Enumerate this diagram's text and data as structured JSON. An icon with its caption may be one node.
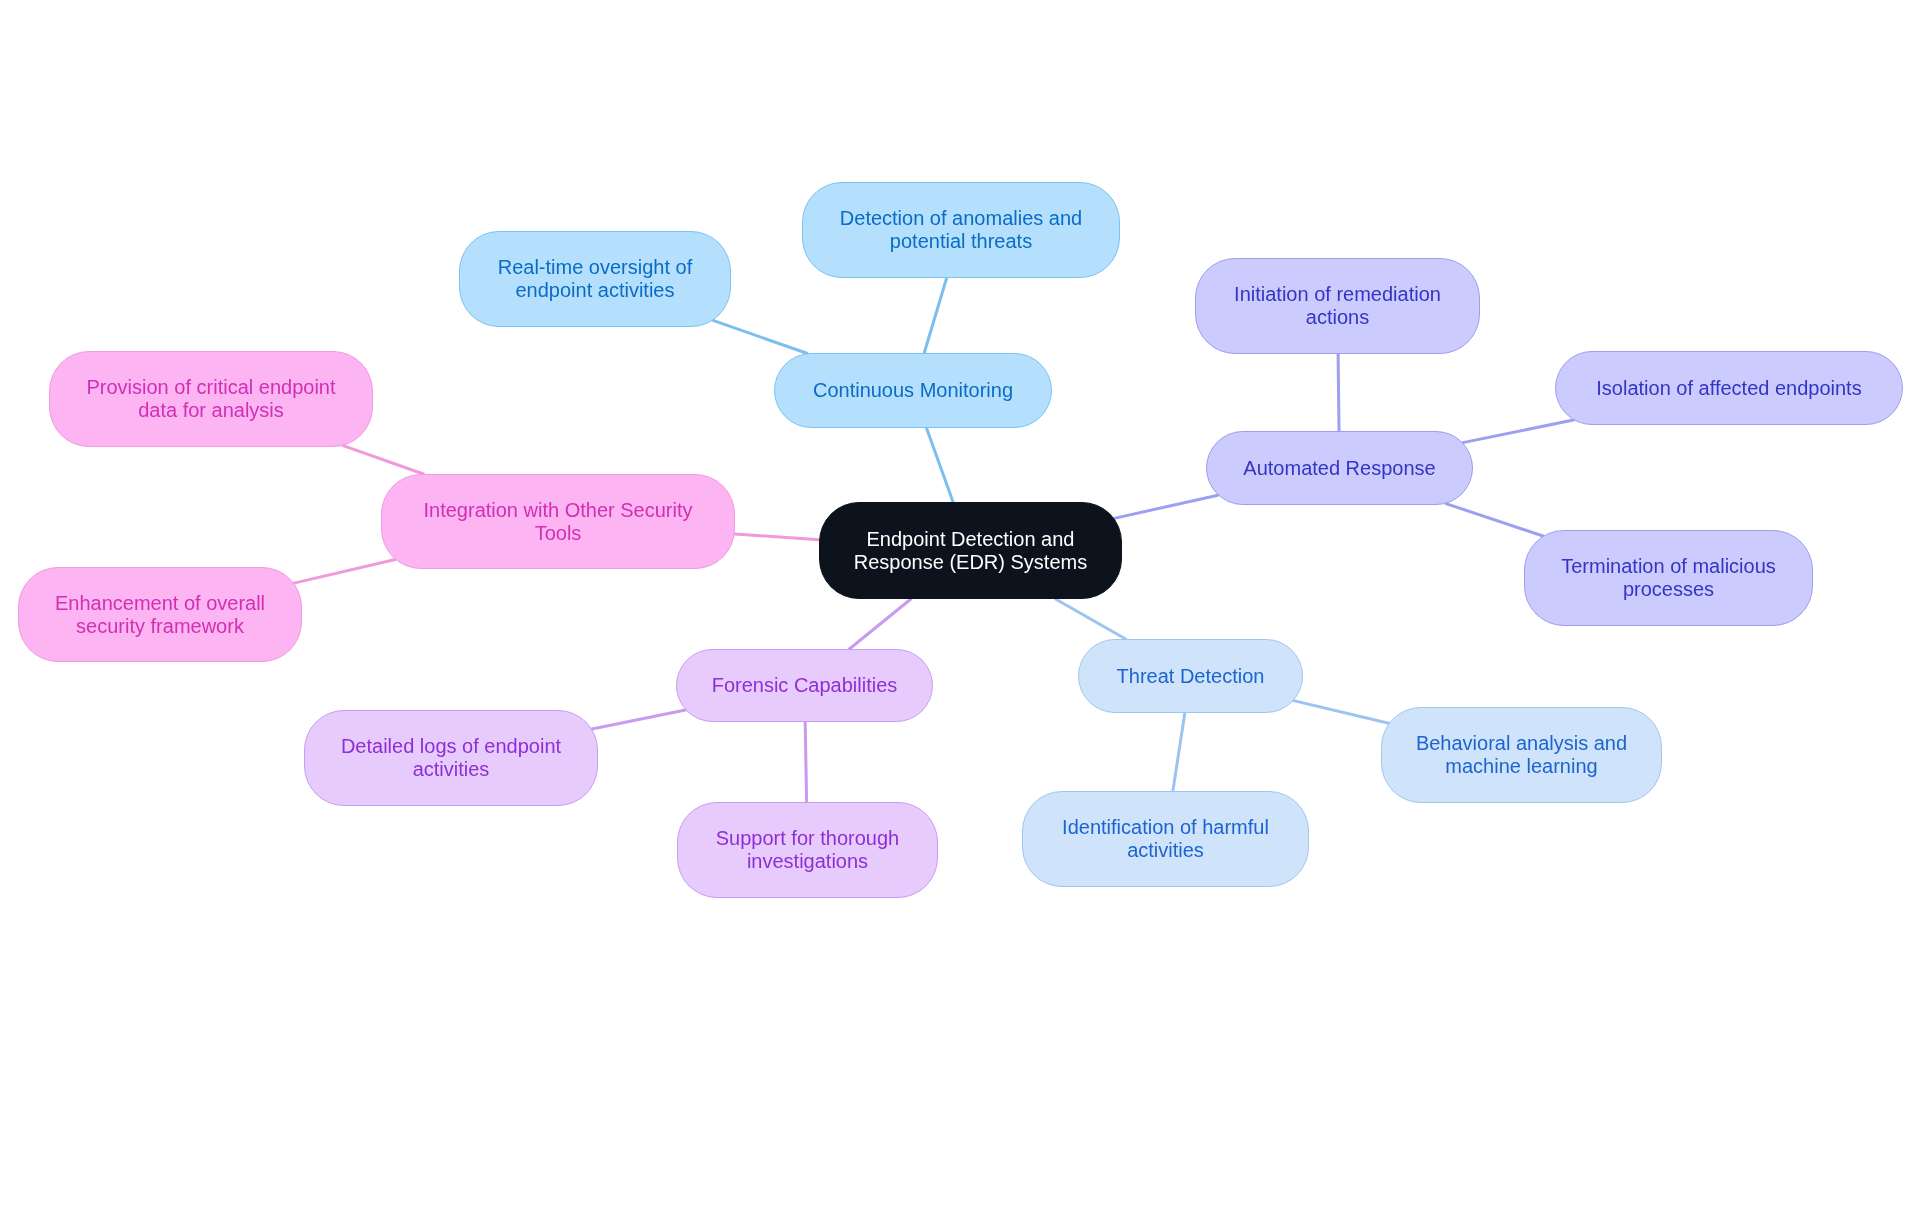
{
  "diagram": {
    "nodes": [
      {
        "text": [
          "Endpoint Detection and Response (EDR) Systems"
        ]
      },
      {
        "text": [
          "Continuous Monitoring"
        ]
      },
      {
        "text": [
          "Real-time oversight of endpoint activities"
        ]
      },
      {
        "text": [
          "Detection of anomalies and potential threats"
        ]
      },
      {
        "text": [
          "Automated Response"
        ]
      },
      {
        "text": [
          "Initiation of remediation actions"
        ]
      },
      {
        "text": [
          "Isolation of affected endpoints"
        ]
      },
      {
        "text": [
          "Termination of malicious processes"
        ]
      },
      {
        "text": [
          "Threat Detection"
        ]
      },
      {
        "text": [
          "Behavioral analysis and machine learning"
        ]
      },
      {
        "text": [
          "Identification of harmful activities"
        ]
      },
      {
        "text": [
          "Forensic Capabilities"
        ]
      },
      {
        "text": [
          "Detailed logs of endpoint activities"
        ]
      },
      {
        "text": [
          "Support for thorough investigations"
        ]
      },
      {
        "text": [
          "Integration with Other Security Tools"
        ]
      },
      {
        "text": [
          "Provision of critical endpoint data for analysis"
        ]
      },
      {
        "text": [
          "Enhancement of overall security framework"
        ]
      }
    ],
    "edges": [
      {
        "from": 0,
        "to": 1,
        "arrow": "none",
        "color": "#7bbfee"
      },
      {
        "from": 1,
        "to": 2,
        "arrow": "none",
        "color": "#7bbfee"
      },
      {
        "from": 1,
        "to": 3,
        "arrow": "none",
        "color": "#7bbfee"
      },
      {
        "from": 0,
        "to": 4,
        "arrow": "none",
        "color": "#9d9ff0"
      },
      {
        "from": 4,
        "to": 5,
        "arrow": "none",
        "color": "#9d9ff0"
      },
      {
        "from": 4,
        "to": 6,
        "arrow": "none",
        "color": "#9d9ff0"
      },
      {
        "from": 4,
        "to": 7,
        "arrow": "none",
        "color": "#9d9ff0"
      },
      {
        "from": 0,
        "to": 8,
        "arrow": "none",
        "color": "#9dc3f0"
      },
      {
        "from": 8,
        "to": 9,
        "arrow": "none",
        "color": "#9dc3f0"
      },
      {
        "from": 8,
        "to": 10,
        "arrow": "none",
        "color": "#9dc3f0"
      },
      {
        "from": 0,
        "to": 11,
        "arrow": "none",
        "color": "#c99bf0"
      },
      {
        "from": 11,
        "to": 12,
        "arrow": "none",
        "color": "#c99bf0"
      },
      {
        "from": 11,
        "to": 13,
        "arrow": "none",
        "color": "#c99bf0"
      },
      {
        "from": 0,
        "to": 14,
        "arrow": "none",
        "color": "#f09ad9"
      },
      {
        "from": 14,
        "to": 15,
        "arrow": "none",
        "color": "#f09ad9"
      },
      {
        "from": 14,
        "to": 16,
        "arrow": "none",
        "color": "#f09ad9"
      }
    ]
  }
}
